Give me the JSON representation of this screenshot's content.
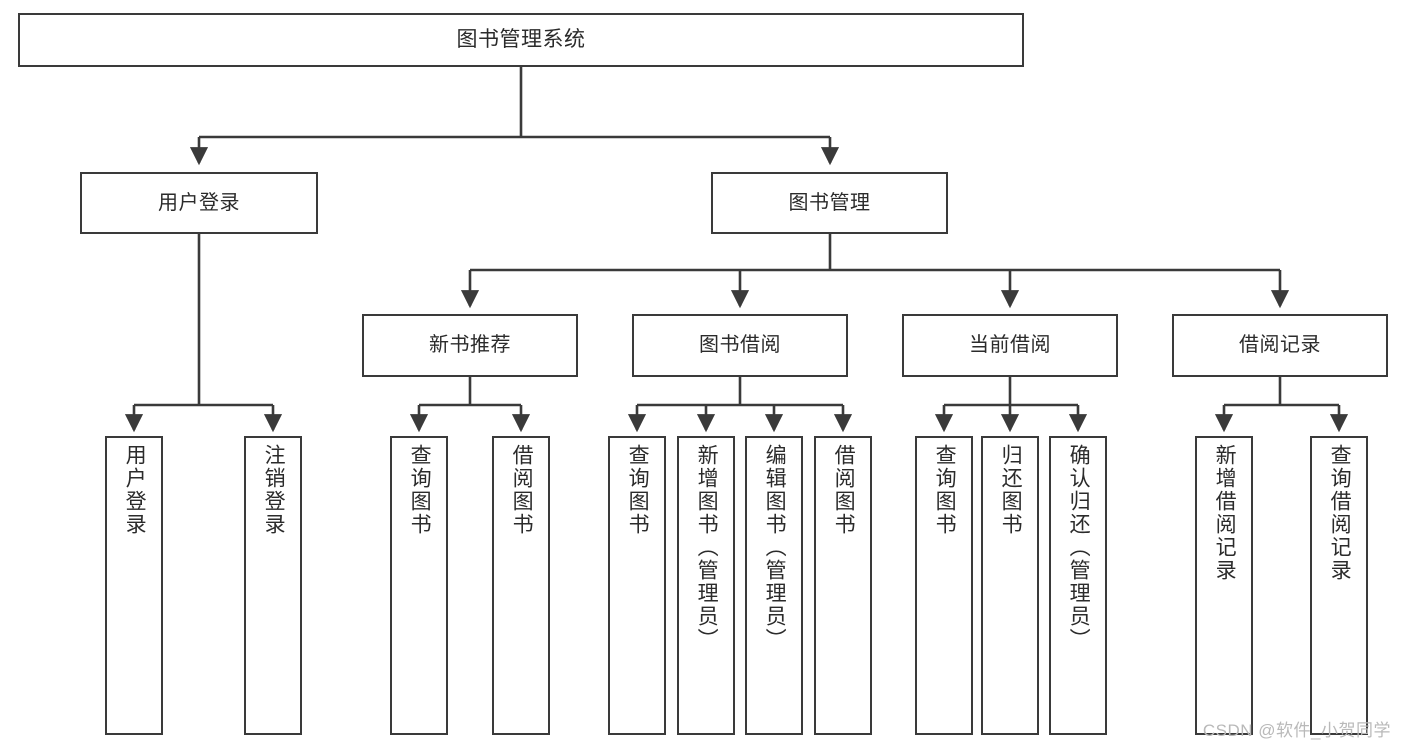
{
  "diagram": {
    "type": "tree-hierarchy",
    "title": "图书管理系统",
    "root": {
      "id": "root",
      "label": "图书管理系统"
    },
    "level1": [
      {
        "id": "user-login",
        "label": "用户登录"
      },
      {
        "id": "book-manage",
        "label": "图书管理"
      }
    ],
    "level2": [
      {
        "id": "new-book-rec",
        "label": "新书推荐",
        "parent": "book-manage"
      },
      {
        "id": "book-borrow",
        "label": "图书借阅",
        "parent": "book-manage"
      },
      {
        "id": "current-borrow",
        "label": "当前借阅",
        "parent": "book-manage"
      },
      {
        "id": "borrow-record",
        "label": "借阅记录",
        "parent": "book-manage"
      }
    ],
    "leaves": [
      {
        "id": "leaf-user-login",
        "label": "用户登录",
        "parent": "user-login"
      },
      {
        "id": "leaf-logout",
        "label": "注销登录",
        "parent": "user-login"
      },
      {
        "id": "leaf-query-book-1",
        "label": "查询图书",
        "parent": "new-book-rec"
      },
      {
        "id": "leaf-borrow-book-1",
        "label": "借阅图书",
        "parent": "new-book-rec"
      },
      {
        "id": "leaf-query-book-2",
        "label": "查询图书",
        "parent": "book-borrow"
      },
      {
        "id": "leaf-add-book",
        "label": "新增图书（管理员）",
        "parent": "book-borrow"
      },
      {
        "id": "leaf-edit-book",
        "label": "编辑图书（管理员）",
        "parent": "book-borrow"
      },
      {
        "id": "leaf-borrow-book-2",
        "label": "借阅图书",
        "parent": "book-borrow"
      },
      {
        "id": "leaf-query-book-3",
        "label": "查询图书",
        "parent": "current-borrow"
      },
      {
        "id": "leaf-return-book",
        "label": "归还图书",
        "parent": "current-borrow"
      },
      {
        "id": "leaf-confirm-return",
        "label": "确认归还（管理员）",
        "parent": "current-borrow"
      },
      {
        "id": "leaf-add-record",
        "label": "新增借阅记录",
        "parent": "borrow-record"
      },
      {
        "id": "leaf-query-record",
        "label": "查询借阅记录",
        "parent": "borrow-record"
      }
    ],
    "watermark": "CSDN @软件_小贺同学",
    "colors": {
      "stroke": "#3a3a3a",
      "text": "#2b2b2b",
      "background": "#ffffff",
      "watermark": "#b9b9b9"
    }
  }
}
